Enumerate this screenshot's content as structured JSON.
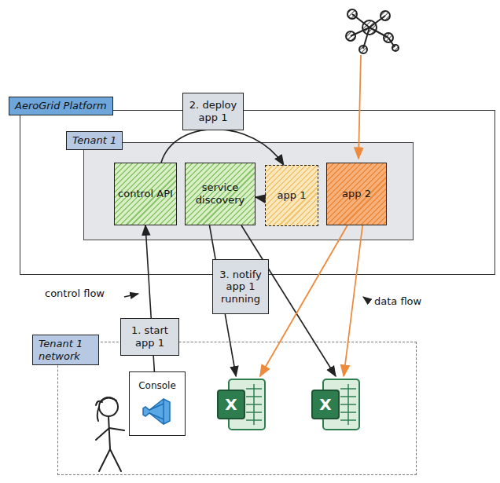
{
  "diagram": {
    "nodes": [
      {
        "text": [
          "AeroGrid Platform"
        ]
      },
      {
        "text": [
          "Tenant 1"
        ],
        "in": 0
      },
      {
        "text": [
          "control API"
        ],
        "in": 1
      },
      {
        "text": [
          "service discovery"
        ],
        "in": 1
      },
      {
        "text": [
          "app 1"
        ],
        "in": 1
      },
      {
        "text": [
          "app 2"
        ],
        "in": 1
      },
      {
        "text": [
          "Tenant 1 network"
        ]
      },
      {
        "text": [
          "Console"
        ],
        "in": 6
      },
      {
        "text": [
          "X"
        ],
        "in": 6
      },
      {
        "text": [
          "X"
        ],
        "in": 6
      }
    ],
    "edges": [
      {
        "from": 7,
        "to": 2,
        "label": "1. start app 1",
        "arrow": "to"
      },
      {
        "from": 2,
        "to": 4,
        "label": "2. deploy app 1",
        "arrow": "to"
      },
      {
        "from": 4,
        "to": 3,
        "arrow": "to"
      },
      {
        "from": 3,
        "to": 8,
        "label": "3. notify app 1 running",
        "arrow": "to"
      },
      {
        "from": 3,
        "to": 9,
        "arrow": "to"
      },
      {
        "from": 5,
        "to": 8,
        "arrow": "to"
      },
      {
        "from": 5,
        "to": 9,
        "arrow": "to"
      }
    ],
    "labels": [
      "control flow",
      "data flow"
    ]
  }
}
